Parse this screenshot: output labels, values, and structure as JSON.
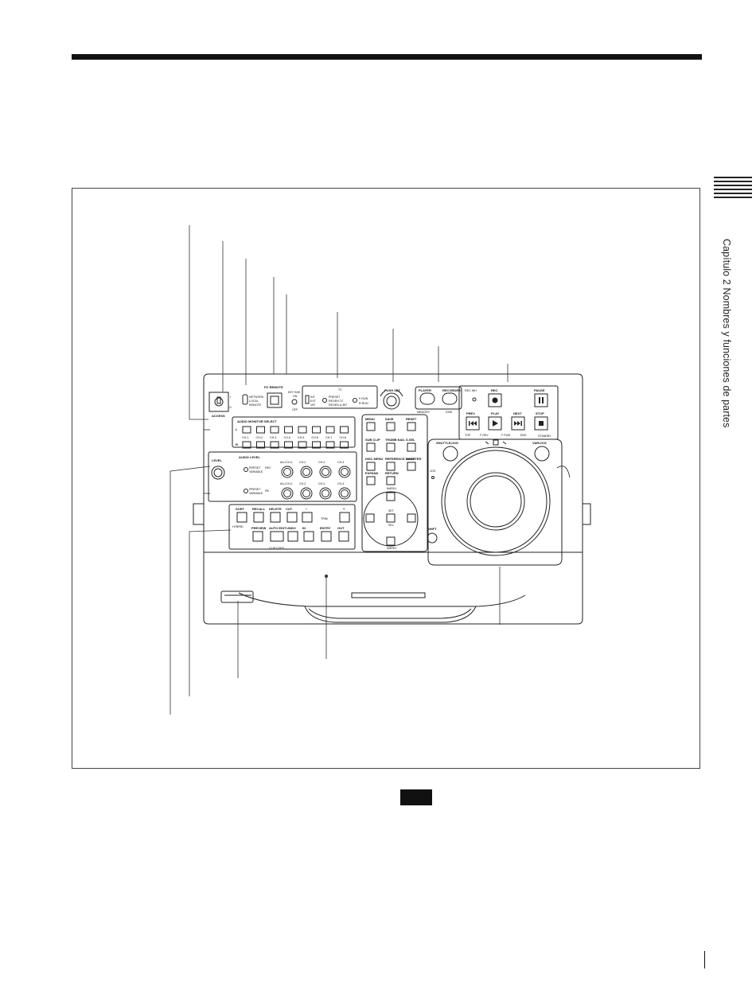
{
  "side_tab": {
    "label": "Capítulo 2  Nombres y funciones de partes"
  },
  "panel": {
    "access_label": "ACCESS",
    "access_i": "I",
    "access_o": "⏻",
    "remote_options": [
      "NETWORK",
      "LOCAL",
      "REMOTE"
    ],
    "pc_remote_label": "PC REMOTE",
    "key_inhi": [
      "KEY INHI",
      "ON",
      "OFF"
    ],
    "tc_title": "TC",
    "tc_source_options": [
      "INT",
      "EXT",
      "VIR"
    ],
    "tc_preset_options": [
      "PRESET",
      "REGEN TC",
      "REGEN U-BIT"
    ],
    "tc_run_options": [
      "F-RUN",
      "R-RUN"
    ],
    "audio_monitor_title": "AUDIO MONITOR SELECT",
    "audio_monitor_l": "L",
    "audio_monitor_r": "R",
    "channels": [
      "CH-1",
      "CH-2",
      "CH-3",
      "CH-4",
      "CH-5",
      "CH-6",
      "CH-7",
      "CH-8"
    ],
    "level_label": "LEVEL",
    "audio_level_title": "AUDIO LEVEL",
    "rec_label": "REC",
    "pb_label": "PB",
    "preset_variable": [
      "PRESET",
      "VARIABLE"
    ],
    "knob_rec_labels": [
      "ALL/CH-1",
      "CH-2",
      "CH-3",
      "CH-4"
    ],
    "knob_pb_labels": [
      "ALL/CH-1",
      "CH-2",
      "CH-3",
      "CH-4"
    ],
    "edit_row1": [
      "SORT",
      "RECALL",
      "DELETE",
      "CUT"
    ],
    "edit_minus": "−",
    "edit_trim": "TRIM",
    "edit_plus": "+",
    "hybrid_label": "HYBRID",
    "edit_row2": [
      "PREVIEW",
      "AUTO EDIT",
      "UNDO",
      "IN",
      "ENTRY",
      "OUT"
    ],
    "clip_copy": "CLIP COPY",
    "menu_buttons": [
      "MENU",
      "SAVE",
      "RESET",
      "SUB CLIP",
      "THUMB NAIL",
      "S.SEL",
      "DISC MENU",
      "REFERENCE MARK",
      "CHAPTER",
      "EXPAND",
      "RETURN"
    ],
    "nav_labels": [
      "MARK1",
      "SET",
      "SEL",
      "MARK2"
    ],
    "shift_label": "SHIFT",
    "pushset_label": "PUSH SET",
    "player_label": "PLAYER",
    "recorder_label": "RECORDER",
    "memory_label": "MEMORY",
    "disk_label": "DISK",
    "rec_inhi_label": "REC INH",
    "rec_label_tp": "REC",
    "pause_label": "PAUSE",
    "prev_label": "PREV",
    "play_label": "PLAY",
    "next_label": "NEXT",
    "stop_label": "STOP",
    "top_label": "TOP",
    "frev_label": "F REV",
    "ffwd_label": "F FWD",
    "end_label": "END",
    "standby_label": "STANDBY",
    "shuttle_jog_label": "SHUTTLE/JOG",
    "jog_label": "JOG",
    "var_jog_label": "VAR/JOG"
  },
  "colors": {
    "ink": "#111111",
    "panel_line": "#333333"
  }
}
